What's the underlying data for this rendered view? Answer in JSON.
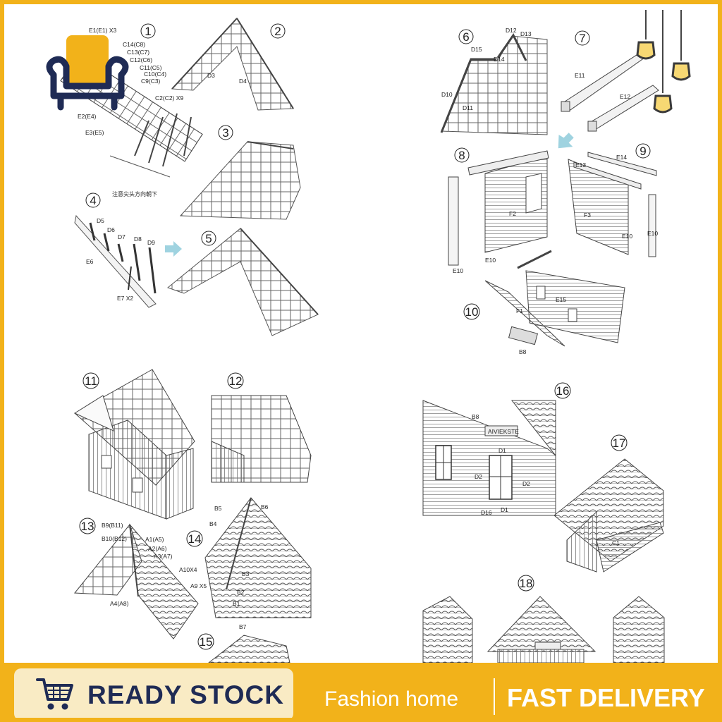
{
  "steps": {
    "s1": "1",
    "s2": "2",
    "s3": "3",
    "s4": "4",
    "s5": "5",
    "s6": "6",
    "s7": "7",
    "s8": "8",
    "s9": "9",
    "s10": "10",
    "s11": "11",
    "s12": "12",
    "s13": "13",
    "s14": "14",
    "s15": "15",
    "s16": "16",
    "s17": "17",
    "s18": "18"
  },
  "parts": {
    "e1": "E1(E1)  X3",
    "c14": "C14(C8)",
    "c13": "C13(C7)",
    "c12": "C12(C6)",
    "c11": "C11(C5)",
    "c10": "C10(C4)",
    "c9": "C9(C3)",
    "c2": "C2(C2) X9",
    "e2": "E2(E4)",
    "e3": "E3(E5)",
    "note": "注意尖头方向朝下",
    "d3": "D3",
    "d4": "D4",
    "d5": "D5",
    "d6": "D6",
    "d7": "D7",
    "d8": "D8",
    "d9": "D9",
    "e6": "E6",
    "e7": "E7 X2",
    "d12": "D12",
    "d13": "D13",
    "d15": "D15",
    "d14": "D14",
    "d10": "D10",
    "d11": "D11",
    "e11": "E11",
    "e12": "E12",
    "e14": "E14",
    "e13": "E13",
    "f2": "F2",
    "f3": "F3",
    "e10a": "E10",
    "e10b": "E10",
    "e10c": "E10",
    "e10d": "E10",
    "f1": "F1",
    "e15": "E15",
    "b8a": "B8",
    "b9": "B9(B11)",
    "b10": "B10(B12)",
    "a1": "A1(A5)",
    "a2": "A2(A6)",
    "a3": "A3(A7)",
    "a10": "A10X4",
    "a9": "A9 X5",
    "a4": "A4(A8)",
    "b5": "B5",
    "b6": "B6",
    "b4": "B4",
    "b3": "B3",
    "b2": "B2",
    "b1": "B1",
    "b7": "B7",
    "b8b": "B8",
    "d1a": "D1",
    "d2a": "D2",
    "d2b": "D2",
    "d16": "D16",
    "d1b": "D1",
    "c1": "C1",
    "sign": "AIVIEKSTE"
  },
  "banner": {
    "ready": "READY STOCK",
    "fashion": "Fashion home",
    "fast": "FAST DELIVERY"
  },
  "colors": {
    "accent": "#f2b21a",
    "navy": "#1f2b55",
    "arrow": "#9fd3e0"
  },
  "icons": [
    "sofa-logo-icon",
    "pendant-lamps-icon",
    "shopping-cart-icon"
  ]
}
